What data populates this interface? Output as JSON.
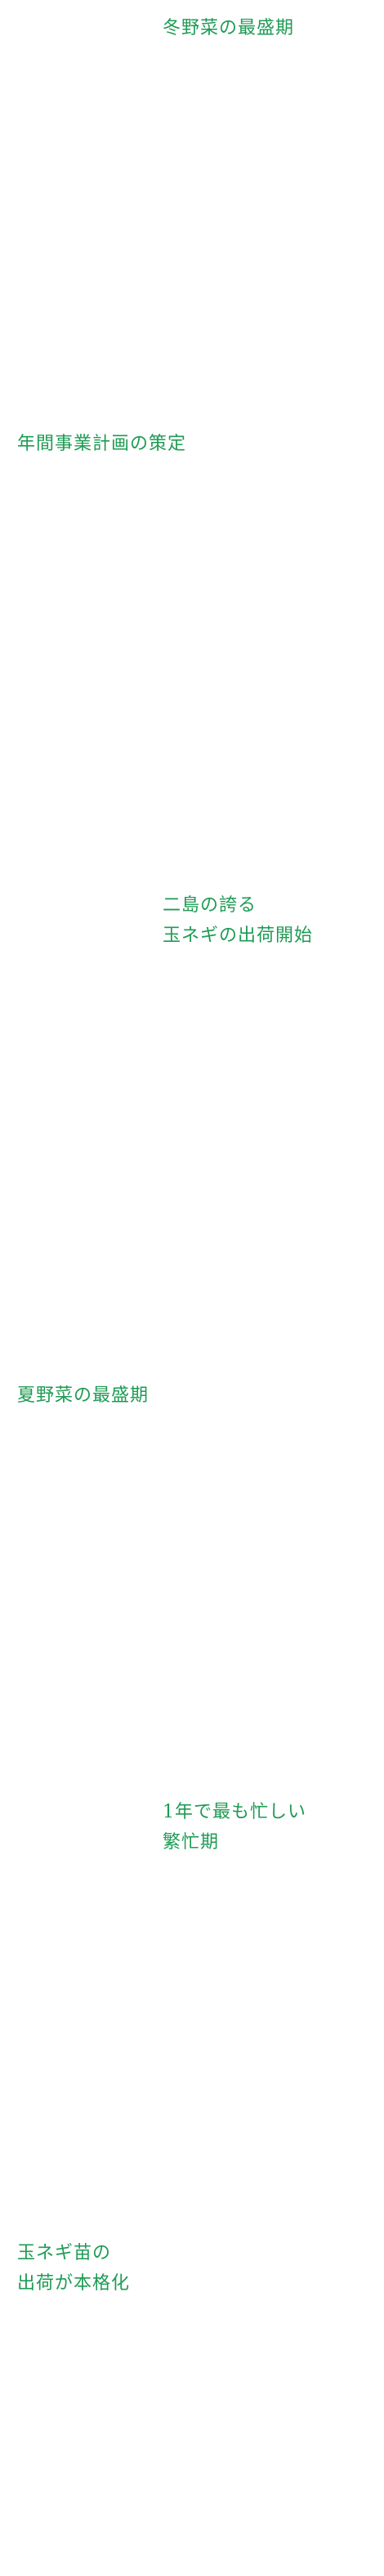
{
  "colors": {
    "accent": "#1e9b54",
    "background": "#ffffff"
  },
  "sections": [
    {
      "lines": [
        "冬野菜の最盛期"
      ]
    },
    {
      "lines": [
        "年間事業計画の策定"
      ]
    },
    {
      "lines": [
        "二島の誇る",
        "玉ネギの出荷開始"
      ]
    },
    {
      "lines": [
        "夏野菜の最盛期"
      ]
    },
    {
      "lines": [
        "1年で最も忙しい",
        "繁忙期"
      ]
    },
    {
      "lines": [
        "玉ネギ苗の",
        "出荷が本格化"
      ]
    }
  ]
}
